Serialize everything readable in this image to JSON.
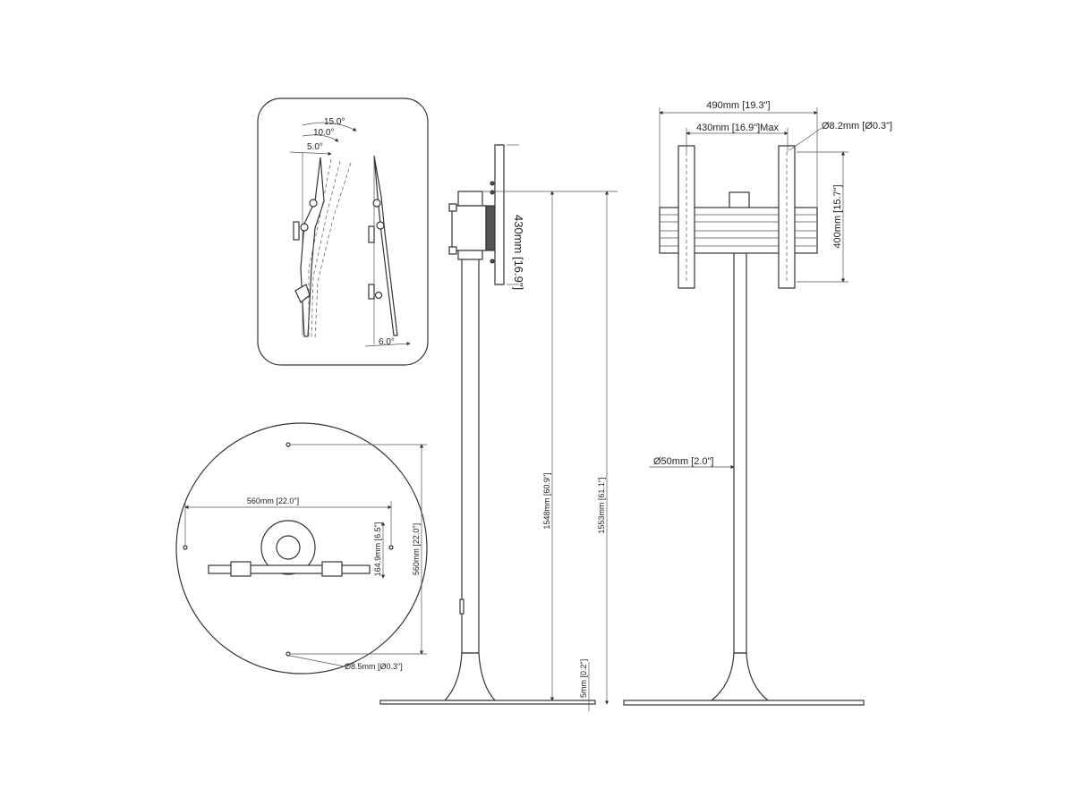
{
  "tilt_inset": {
    "angles": [
      "15.0°",
      "10.0°",
      "5.0°"
    ],
    "forward_tilt": "6.0°"
  },
  "side_view": {
    "panel_height": "430mm [16.9\"]",
    "height_to_top": "1548mm [60.9\"]",
    "overall_height": "1553mm [61.1\"]",
    "plate_thickness": "5mm [0.2\"]"
  },
  "front_view": {
    "overall_width": "490mm [19.3\"]",
    "max_vesa_width": "430mm [16.9\"]Max",
    "hole_diameter": "Ø8.2mm [Ø0.3\"]",
    "vesa_height": "400mm [15.7\"]",
    "pole_diameter": "Ø50mm [2.0\"]"
  },
  "base_view": {
    "width": "560mm [22.0\"]",
    "depth": "560mm [22.0\"]",
    "offset": "164.9mm [6.5\"]",
    "hole_diameter": "Ø8.5mm [Ø0.3\"]"
  }
}
